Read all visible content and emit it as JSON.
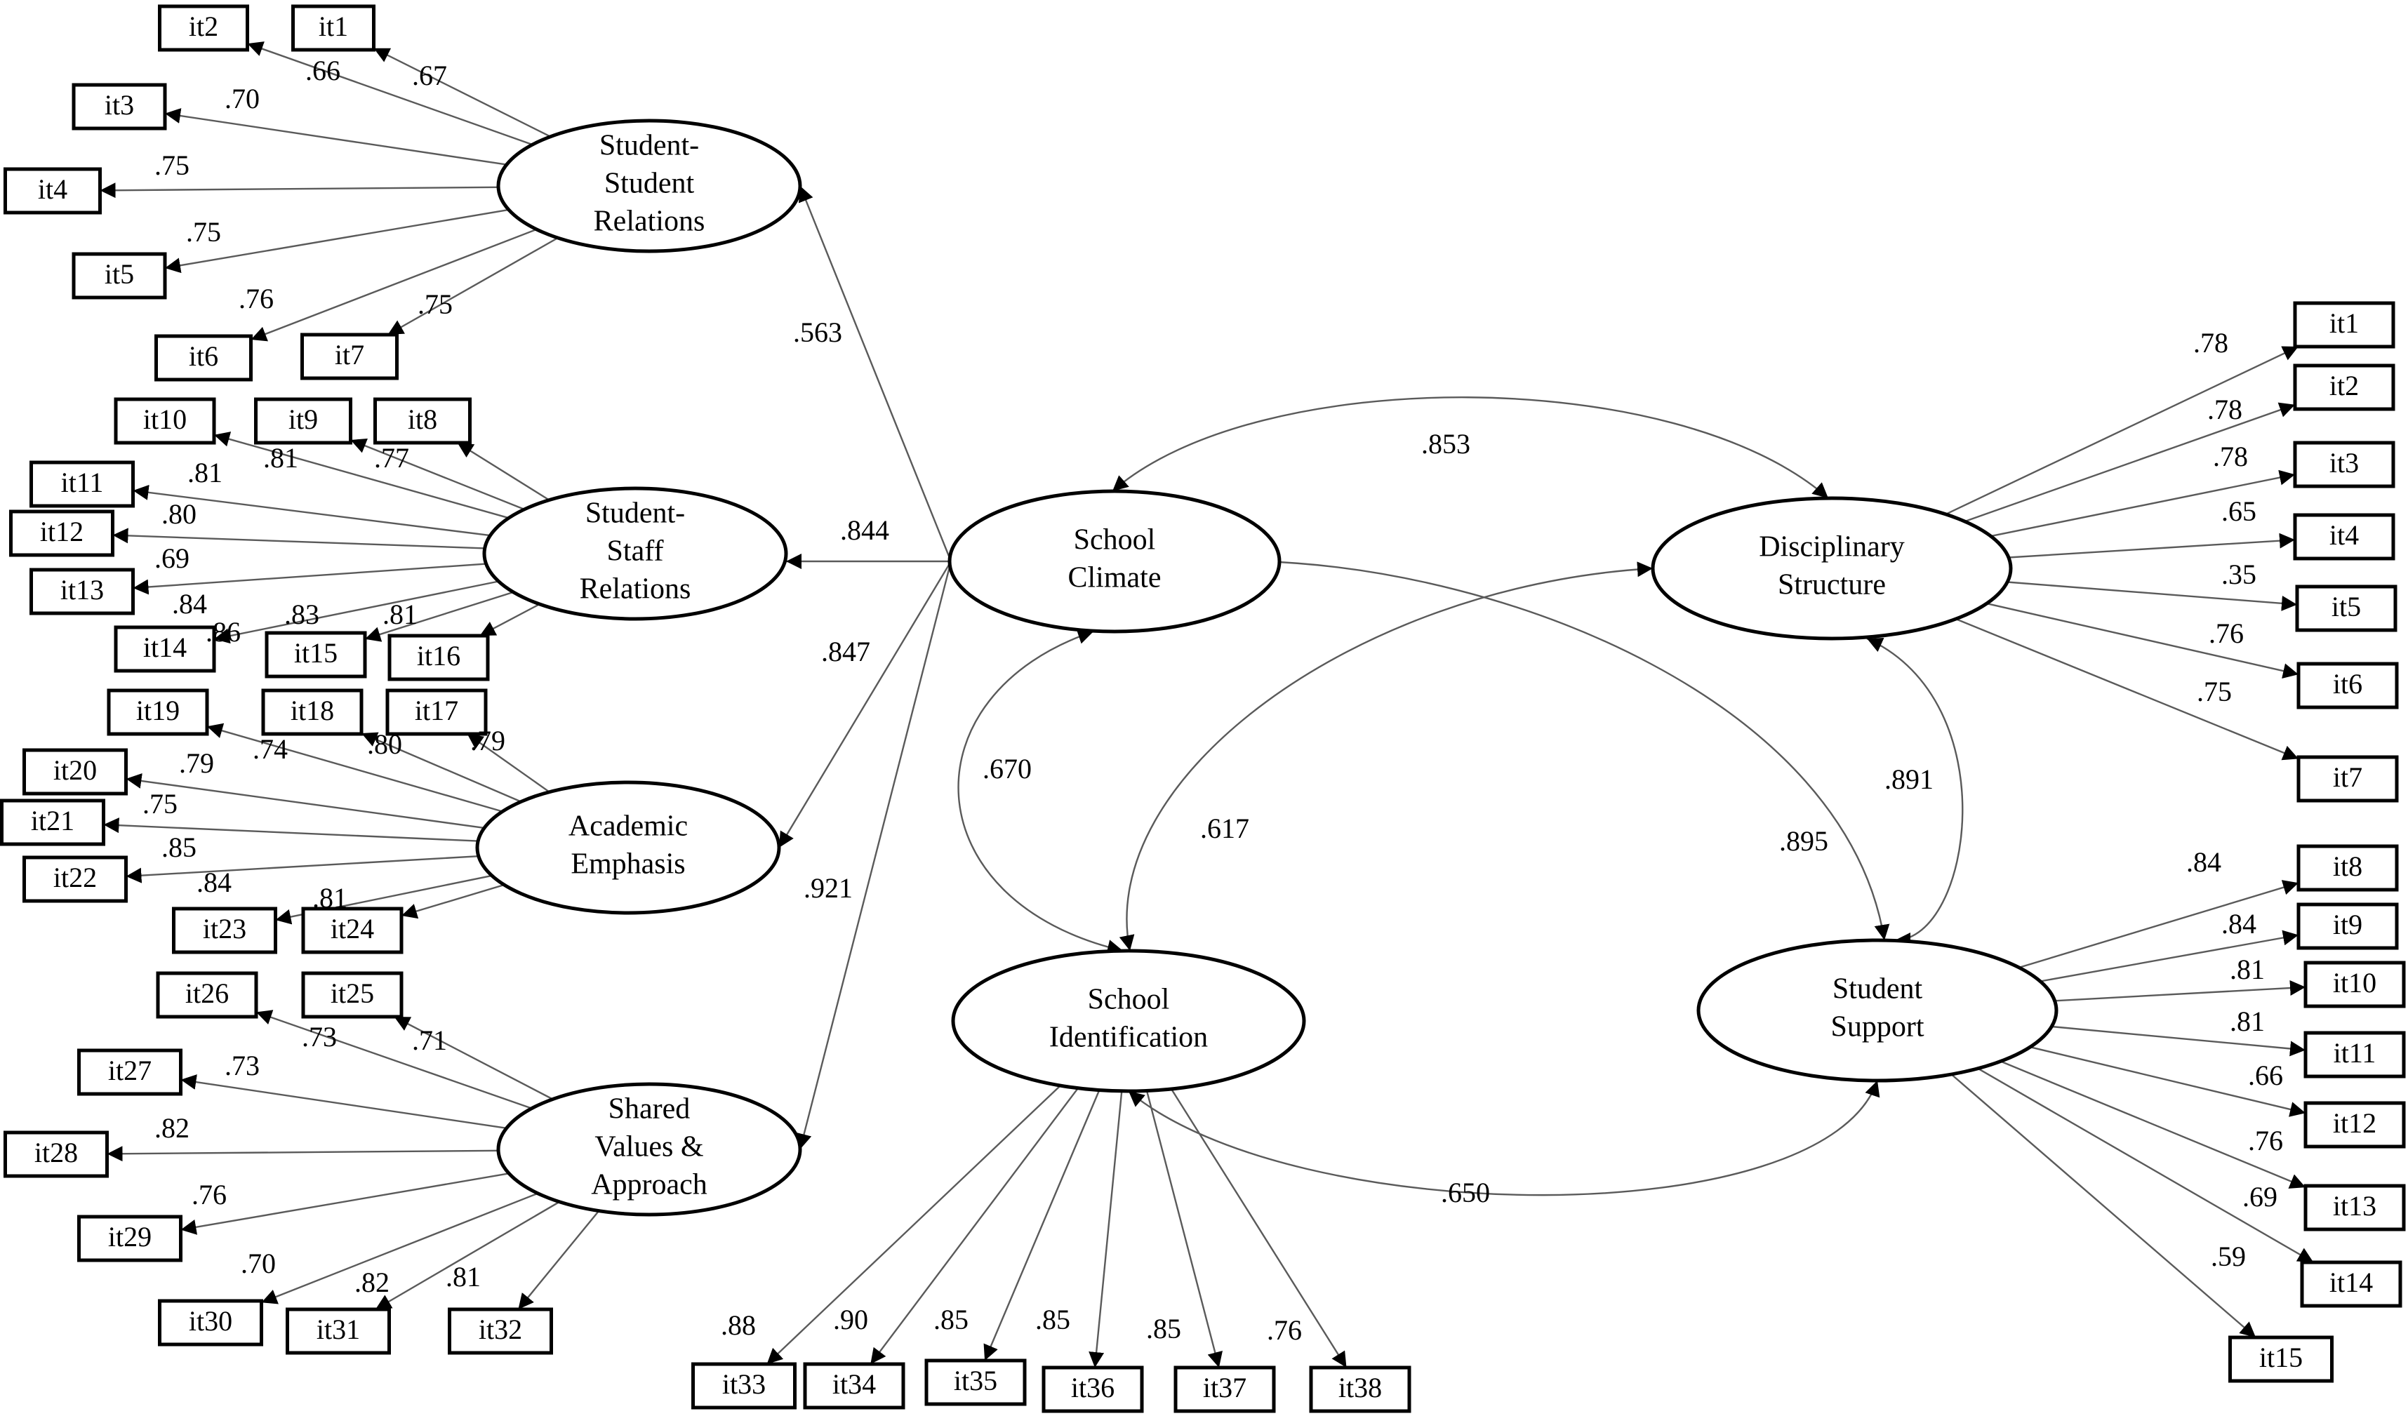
{
  "diagram": {
    "latents": {
      "ssr": [
        "Student-",
        "Student",
        "Relations"
      ],
      "sstr": [
        "Student-",
        "Staff",
        "Relations"
      ],
      "ae": [
        "Academic",
        "Emphasis"
      ],
      "sva": [
        "Shared",
        "Values &",
        "Approach"
      ],
      "sc": [
        "School",
        "Climate"
      ],
      "ds": [
        "Disciplinary",
        "Structure"
      ],
      "si": [
        "School",
        "Identification"
      ],
      "ss": [
        "Student",
        "Support"
      ]
    },
    "items": {
      "ssr": [
        [
          "it1",
          ".67"
        ],
        [
          "it2",
          ".66"
        ],
        [
          "it3",
          ".70"
        ],
        [
          "it4",
          ".75"
        ],
        [
          "it5",
          ".75"
        ],
        [
          "it6",
          ".76"
        ],
        [
          "it7",
          ".75"
        ]
      ],
      "sstr": [
        [
          "it8",
          ".77"
        ],
        [
          "it9",
          ".81"
        ],
        [
          "it10",
          ".81"
        ],
        [
          "it11",
          ".80"
        ],
        [
          "it12",
          ".69"
        ],
        [
          "it13",
          ".84"
        ],
        [
          "it14",
          ".86"
        ],
        [
          "it15",
          ".83"
        ],
        [
          "it16",
          ".81"
        ]
      ],
      "ae": [
        [
          "it17",
          ".79"
        ],
        [
          "it18",
          ".80"
        ],
        [
          "it19",
          ".74"
        ],
        [
          "it20",
          ".79"
        ],
        [
          "it21",
          ".75"
        ],
        [
          "it22",
          ".85"
        ],
        [
          "it23",
          ".84"
        ],
        [
          "it24",
          ".81"
        ]
      ],
      "sva": [
        [
          "it25",
          ".71"
        ],
        [
          "it26",
          ".73"
        ],
        [
          "it27",
          ".73"
        ],
        [
          "it28",
          ".82"
        ],
        [
          "it29",
          ".76"
        ],
        [
          "it30",
          ".70"
        ],
        [
          "it31",
          ".82"
        ],
        [
          "it32",
          ".81"
        ]
      ],
      "si": [
        [
          "it33",
          ".88"
        ],
        [
          "it34",
          ".90"
        ],
        [
          "it35",
          ".85"
        ],
        [
          "it36",
          ".85"
        ],
        [
          "it37",
          ".85"
        ],
        [
          "it38",
          ".76"
        ]
      ],
      "ds": [
        [
          "it1",
          ".78"
        ],
        [
          "it2",
          ".78"
        ],
        [
          "it3",
          ".78"
        ],
        [
          "it4",
          ".65"
        ],
        [
          "it5",
          ".35"
        ],
        [
          "it6",
          ".76"
        ],
        [
          "it7",
          ".75"
        ]
      ],
      "ss": [
        [
          "it8",
          ".84"
        ],
        [
          "it9",
          ".84"
        ],
        [
          "it10",
          ".81"
        ],
        [
          "it11",
          ".81"
        ],
        [
          "it12",
          ".66"
        ],
        [
          "it13",
          ".76"
        ],
        [
          "it14",
          ".69"
        ],
        [
          "it15",
          ".59"
        ]
      ]
    },
    "second_order_loadings": {
      "ssr": ".563",
      "sstr": ".844",
      "ae": ".847",
      "sva": ".921"
    },
    "correlations": {
      "sc_ds": ".853",
      "sc_si": ".670",
      "si_ds": ".617",
      "sc_ss": ".895",
      "ds_ss": ".891",
      "si_ss": ".650"
    }
  }
}
